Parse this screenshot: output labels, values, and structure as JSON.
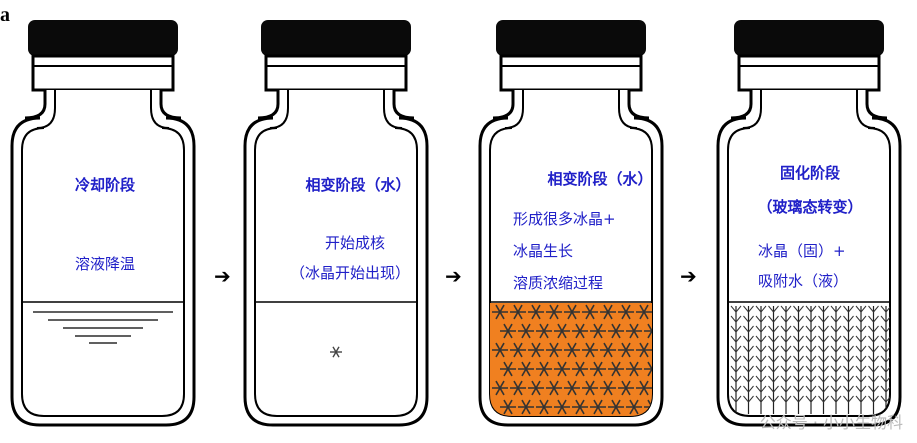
{
  "panel_label": "a",
  "vials": [
    {
      "title": "冷却阶段",
      "lines": [
        "溶液降温"
      ]
    },
    {
      "title": "相变阶段（水）",
      "lines": [
        "开始成核",
        "（冰晶开始出现）"
      ]
    },
    {
      "title": "相变阶段（水）",
      "lines": [
        "形成很多冰晶+",
        "冰晶生长",
        "溶质浓缩过程"
      ]
    },
    {
      "title_lines": [
        "固化阶段",
        "（玻璃态转变）"
      ],
      "lines": [
        "冰晶（固）+",
        "吸附水（液）"
      ]
    }
  ],
  "watermark": "公众号 · 小小生物科",
  "colors": {
    "label": "#2020c8",
    "solute": "#f08020",
    "crystal": "#333333"
  }
}
